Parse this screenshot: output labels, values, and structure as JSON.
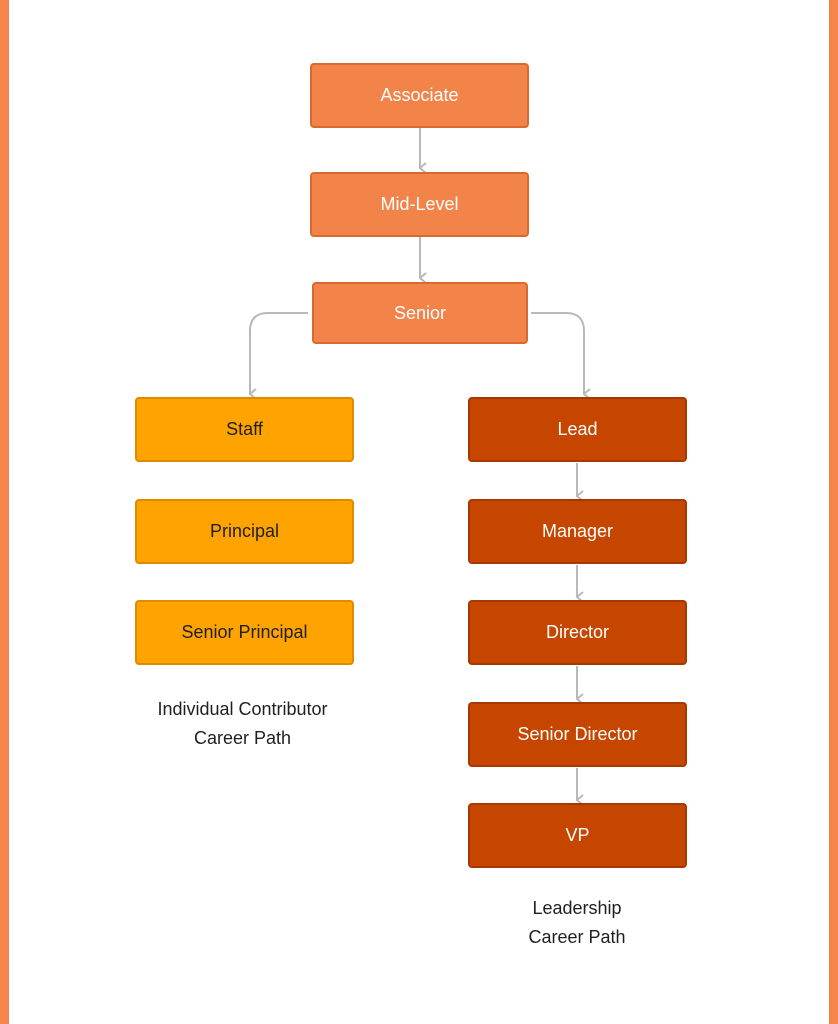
{
  "colors": {
    "frame": "#f5854a",
    "shared_fill": "#f2844a",
    "ic_fill": "#ffa300",
    "leadership_fill": "#c64600",
    "connector": "#b9b9b9"
  },
  "shared_path": [
    "Associate",
    "Mid-Level",
    "Senior"
  ],
  "ic_path": {
    "levels": [
      "Staff",
      "Principal",
      "Senior Principal"
    ],
    "caption_line1": "Individual Contributor",
    "caption_line2": "Career Path"
  },
  "leadership_path": {
    "levels": [
      "Lead",
      "Manager",
      "Director",
      "Senior Director",
      "VP"
    ],
    "caption_line1": "Leadership",
    "caption_line2": "Career Path"
  }
}
